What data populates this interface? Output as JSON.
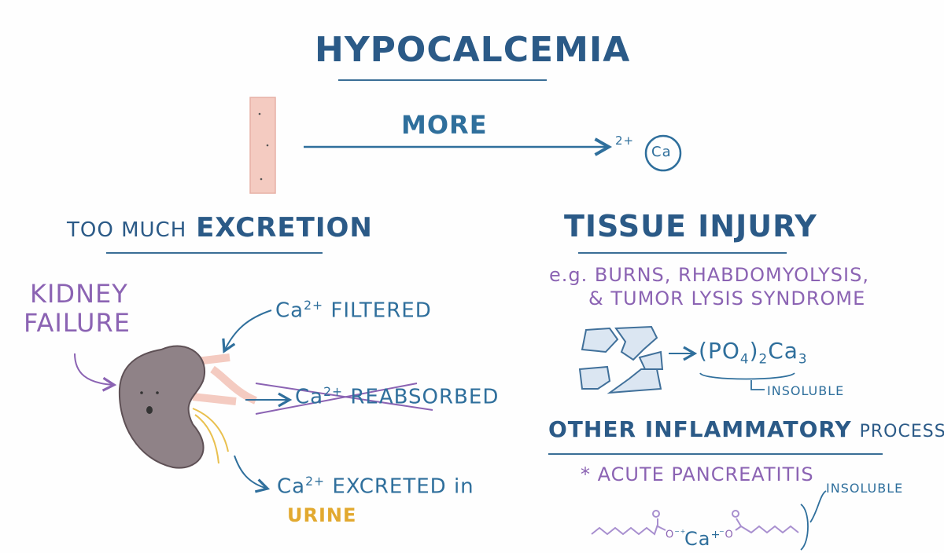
{
  "title": "HYPOCALCEMIA",
  "top": {
    "more_label": "MORE",
    "ion_charge": "2+",
    "ion_symbol": "Ca"
  },
  "left": {
    "heading_prefix": "TOO MUCH",
    "heading_main": "EXCRETION",
    "kidney_failure": [
      "KIDNEY",
      "FAILURE"
    ],
    "filtered": {
      "ion": "Ca",
      "charge": "2+",
      "text": "FILTERED"
    },
    "reabsorbed": {
      "ion": "Ca",
      "charge": "2+",
      "text": "REABSORBED"
    },
    "excreted": {
      "ion": "Ca",
      "charge": "2+",
      "text": "EXCRETED in",
      "urine": "URINE"
    }
  },
  "right": {
    "heading": "TISSUE INJURY",
    "examples": [
      "e.g. BURNS, RHABDOMYOLYSIS,",
      "& TUMOR LYSIS SYNDROME"
    ],
    "formula": {
      "group": "PO",
      "group_sub": "4",
      "paren_sub": "2",
      "ca": "Ca",
      "ca_sub": "3"
    },
    "insoluble_1": "INSOLUBLE",
    "other_heading_main": "OTHER INFLAMMATORY",
    "other_heading_suffix": "PROCESSES",
    "pancreatitis": "* ACUTE PANCREATITIS",
    "soap": {
      "o_left": "O",
      "o_right": "O",
      "ca": "Ca"
    },
    "insoluble_2": "INSOLUBLE"
  },
  "colors": {
    "dark_blue": "#2b5a87",
    "blue": "#2f6f9c",
    "purple": "#8b63b3",
    "orange": "#e2a92f",
    "kidney": "#8f8287",
    "vessel": "#f4cbc1"
  }
}
